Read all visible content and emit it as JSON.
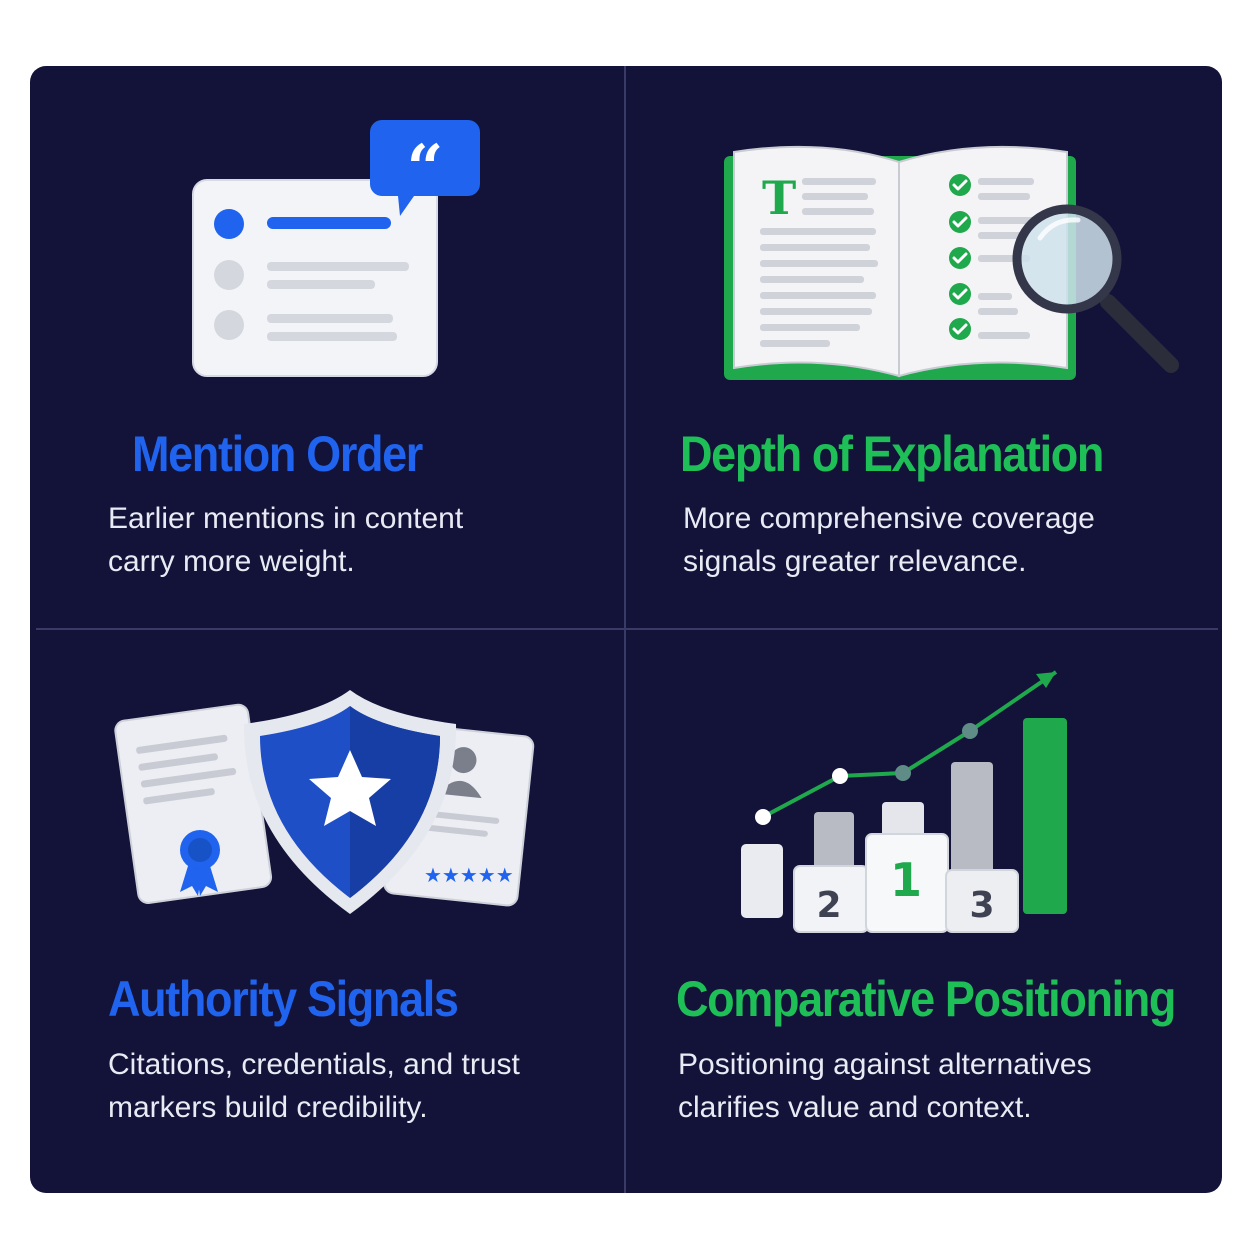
{
  "cards": [
    {
      "title": "Mention Order",
      "description": "Earlier mentions in content carry more weight.",
      "accent": "#1f63ee",
      "icon": "quote-list-icon"
    },
    {
      "title": "Depth of Explanation",
      "description": "More comprehensive coverage signals greater relevance.",
      "accent": "#1fbf57",
      "icon": "book-magnifier-icon"
    },
    {
      "title": "Authority Signals",
      "description": "Citations, credentials, and trust markers build credibility.",
      "accent": "#1f63ee",
      "icon": "shield-credentials-icon"
    },
    {
      "title": "Comparative Positioning",
      "description": "Positioning against alternatives clarifies value and context.",
      "accent": "#1fbf57",
      "icon": "podium-chart-icon",
      "podium_numbers": [
        "2",
        "1",
        "3"
      ]
    }
  ],
  "book_letter": "T",
  "colors": {
    "background": "#131339",
    "divider": "#3a3a66",
    "blue": "#1f63ee",
    "green": "#1fbf57",
    "text": "#e9ebf4"
  }
}
